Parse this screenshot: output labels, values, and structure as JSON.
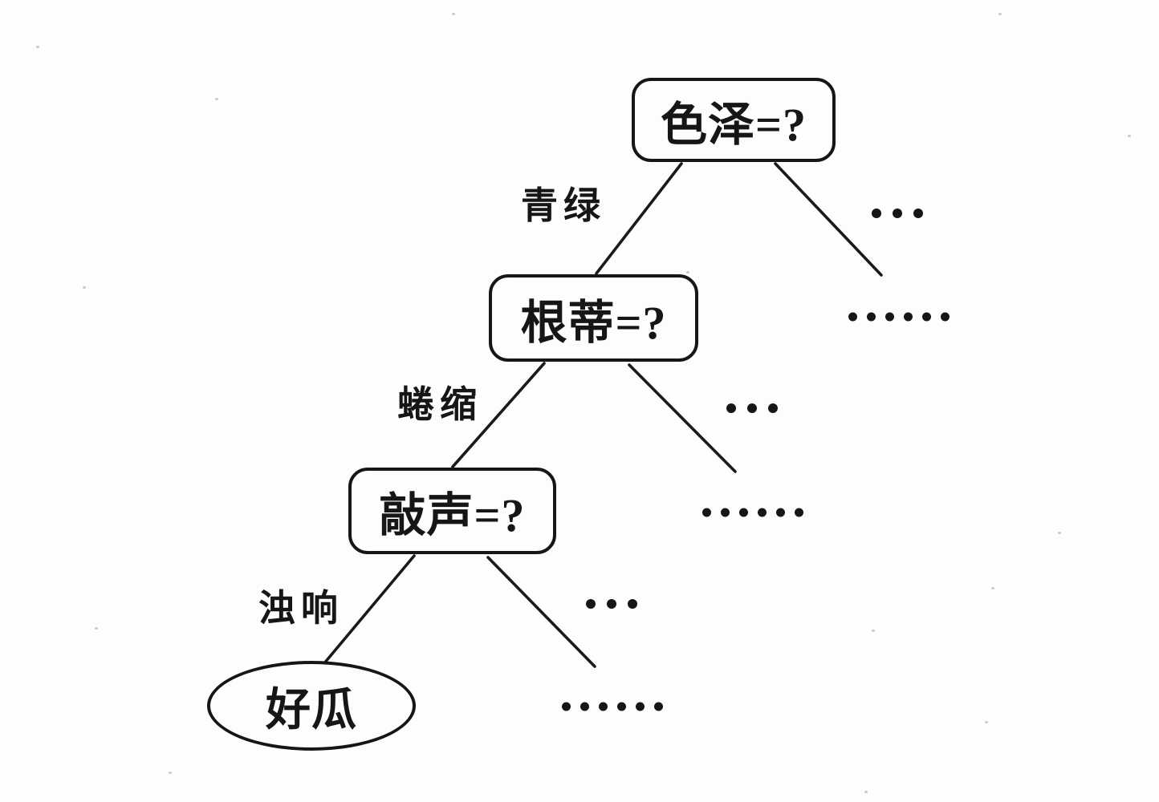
{
  "figure": {
    "type": "decision-tree",
    "background_color": "#fdfdfc",
    "ink_color": "#161616"
  },
  "nodes": [
    {
      "label": "色泽=?",
      "shape": "rounded-rect",
      "role": "decision"
    },
    {
      "label": "根蒂=?",
      "shape": "rounded-rect",
      "role": "decision"
    },
    {
      "label": "敲声=?",
      "shape": "rounded-rect",
      "role": "decision"
    },
    {
      "label": "好瓜",
      "shape": "ellipse",
      "role": "leaf"
    }
  ],
  "edge_labels": [
    {
      "label": "青绿",
      "from": "色泽=?",
      "to": "根蒂=?"
    },
    {
      "label": "蜷缩",
      "from": "根蒂=?",
      "to": "敲声=?"
    },
    {
      "label": "浊响",
      "from": "敲声=?",
      "to": "好瓜"
    }
  ],
  "ellipsis_marks": {
    "short": "...",
    "long": "......"
  }
}
